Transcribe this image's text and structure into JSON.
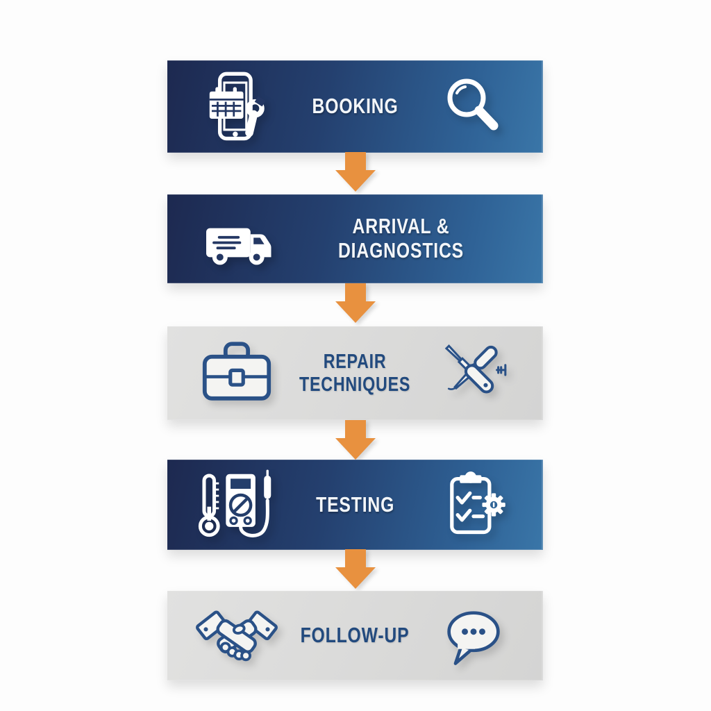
{
  "infographic": {
    "background_color": "#fdfdfd",
    "palette": {
      "banner_blue_dark": "#1d2950",
      "banner_blue_light": "#3a76a8",
      "banner_gray": "#dadad9",
      "text_on_blue": "#f3f6f9",
      "text_on_gray": "#224a7e",
      "icon_on_gray": "#2a5187",
      "arrow_orange": "#e8913f"
    },
    "connector": {
      "shape": "down-arrow",
      "color": "#e8913f",
      "count": 4
    },
    "steps": [
      {
        "label": "BOOKING",
        "variant": "blue",
        "left_icon": "phone-calendar-wrench-icon",
        "right_icon": "magnifier-icon"
      },
      {
        "label": "ARRIVAL & DIAGNOSTICS",
        "variant": "blue",
        "left_icon": "service-van-icon",
        "right_icon": null
      },
      {
        "label": [
          "REPAIR",
          "TECHNIQUES"
        ],
        "variant": "gray",
        "left_icon": "toolbox-icon",
        "right_icon": "crossed-tools-icon"
      },
      {
        "label": "TESTING",
        "variant": "blue",
        "left_icon": "thermometer-multimeter-icon",
        "right_icon": "checklist-gear-icon"
      },
      {
        "label": "FOLLOW-UP",
        "variant": "gray",
        "left_icon": "handshake-icon",
        "right_icon": "speech-bubble-icon"
      }
    ]
  }
}
